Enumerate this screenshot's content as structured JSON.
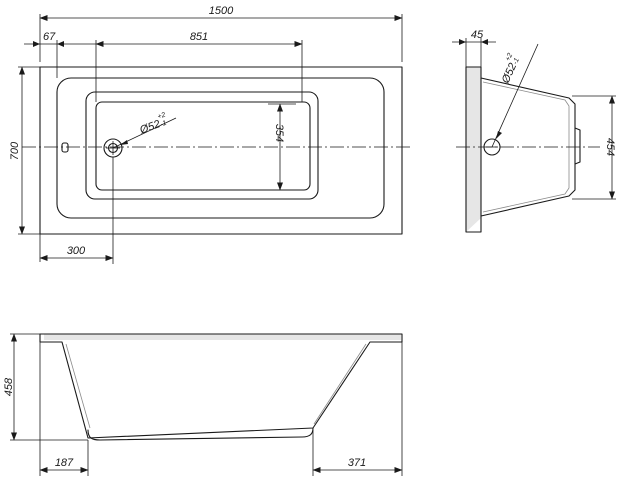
{
  "plan_view": {
    "overall_length": "1500",
    "overall_width": "700",
    "rim_offset": "67",
    "basin_length": "851",
    "basin_width": "354",
    "drain_diameter": "Ø52",
    "drain_tol_upper": "+2",
    "drain_tol_lower": "-1",
    "drain_position": "300"
  },
  "end_view": {
    "rim_thickness": "45",
    "drain_diameter": "Ø52",
    "drain_tol_upper": "+2",
    "drain_tol_lower": "-1",
    "height": "454"
  },
  "side_view": {
    "height": "458",
    "left_setback": "187",
    "right_setback": "371"
  },
  "colors": {
    "line": "#1a1a1a",
    "shade": "#e6e6e6",
    "background": "#ffffff"
  }
}
